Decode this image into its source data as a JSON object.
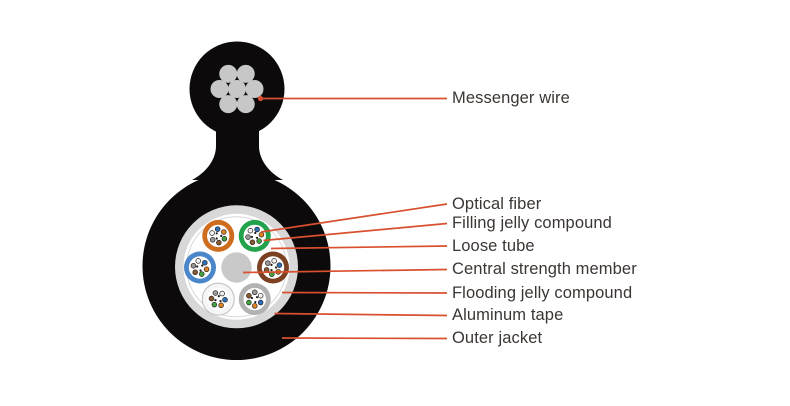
{
  "colors": {
    "background": "#ffffff",
    "jacket_black": "#0c0a0b",
    "strand_gray": "#c7c7c7",
    "tape_gray": "#d8d8d8",
    "binder_gray": "#d7d7d7",
    "core_white": "#ffffff",
    "central_member_gray": "#c9c9c9",
    "leader_red": "#d9502f",
    "label_text": "#3b3633",
    "tube_rings": {
      "orange": "#cf6d1e",
      "green": "#21a24b",
      "blue": "#4a86c8",
      "brown": "#7c4023",
      "white": "#f5f5f5",
      "silver": "#b2b2b2"
    },
    "fiber_colors": [
      "#2a6fba",
      "#e08325",
      "#3fa33f",
      "#8a5a2e",
      "#999999",
      "#f2f2f2"
    ],
    "fiber_speck": "#1c1c1c"
  },
  "labels": [
    {
      "id": "messenger-wire",
      "text": "Messenger wire"
    },
    {
      "id": "optical-fiber",
      "text": "Optical fiber"
    },
    {
      "id": "filling-jelly-compound",
      "text": "Filling jelly compound"
    },
    {
      "id": "loose-tube",
      "text": "Loose tube"
    },
    {
      "id": "central-strength-member",
      "text": "Central strength member"
    },
    {
      "id": "flooding-jelly-compound",
      "text": "Flooding jelly compound"
    },
    {
      "id": "aluminum-tape",
      "text": "Aluminum tape"
    },
    {
      "id": "outer-jacket",
      "text": "Outer jacket"
    }
  ]
}
